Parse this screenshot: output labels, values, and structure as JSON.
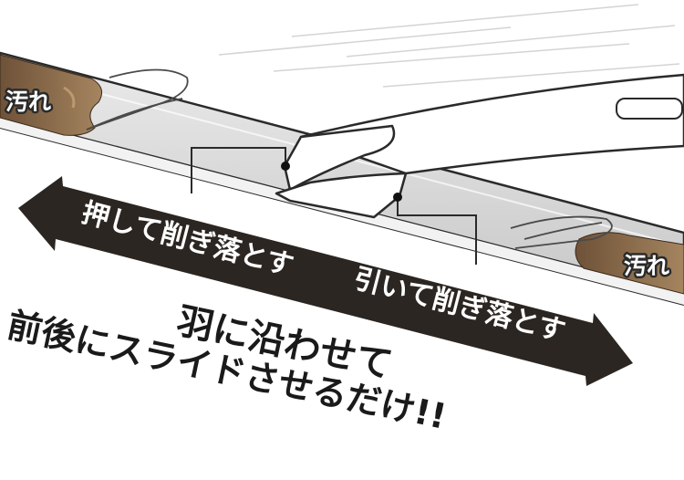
{
  "labels": {
    "dirt_left": "汚れ",
    "dirt_right": "汚れ",
    "push": "押して削ぎ落とす",
    "pull": "引いて削ぎ落とす",
    "caption_line1": "羽に沿わせて",
    "caption_line2": "前後にスライドさせるだけ!!"
  },
  "colors": {
    "arrow": "#2b2622",
    "dirt": "#8b6a4a",
    "blade": "#d6d6d6",
    "outline": "#2a2a2a",
    "text_dark": "#1a1a1a",
    "text_light": "#ffffff"
  }
}
